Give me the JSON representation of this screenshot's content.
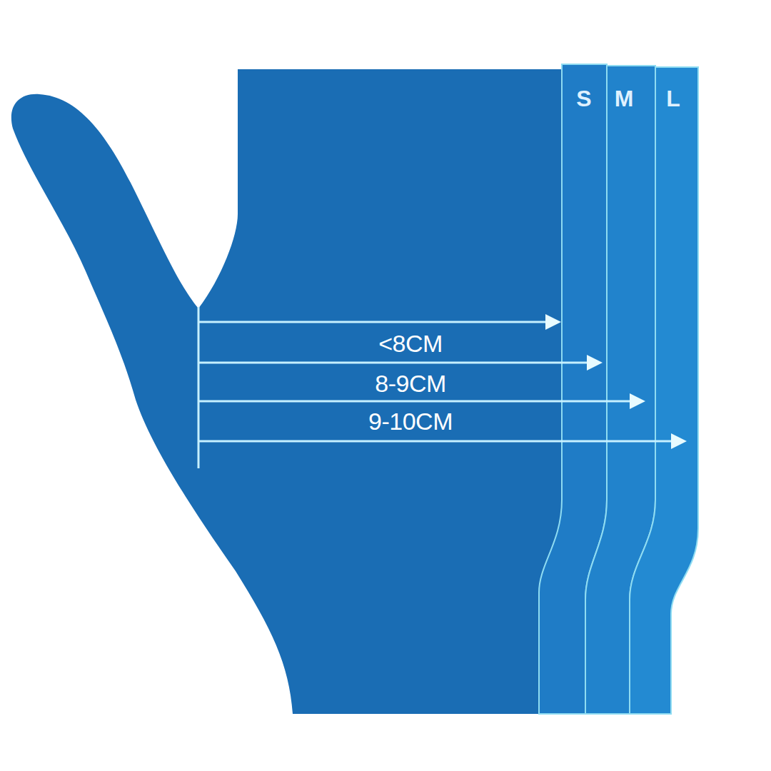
{
  "diagram": {
    "labels": [
      "S",
      "M",
      "L",
      "<8CM",
      "8-9CM",
      "9-10CM"
    ]
  }
}
